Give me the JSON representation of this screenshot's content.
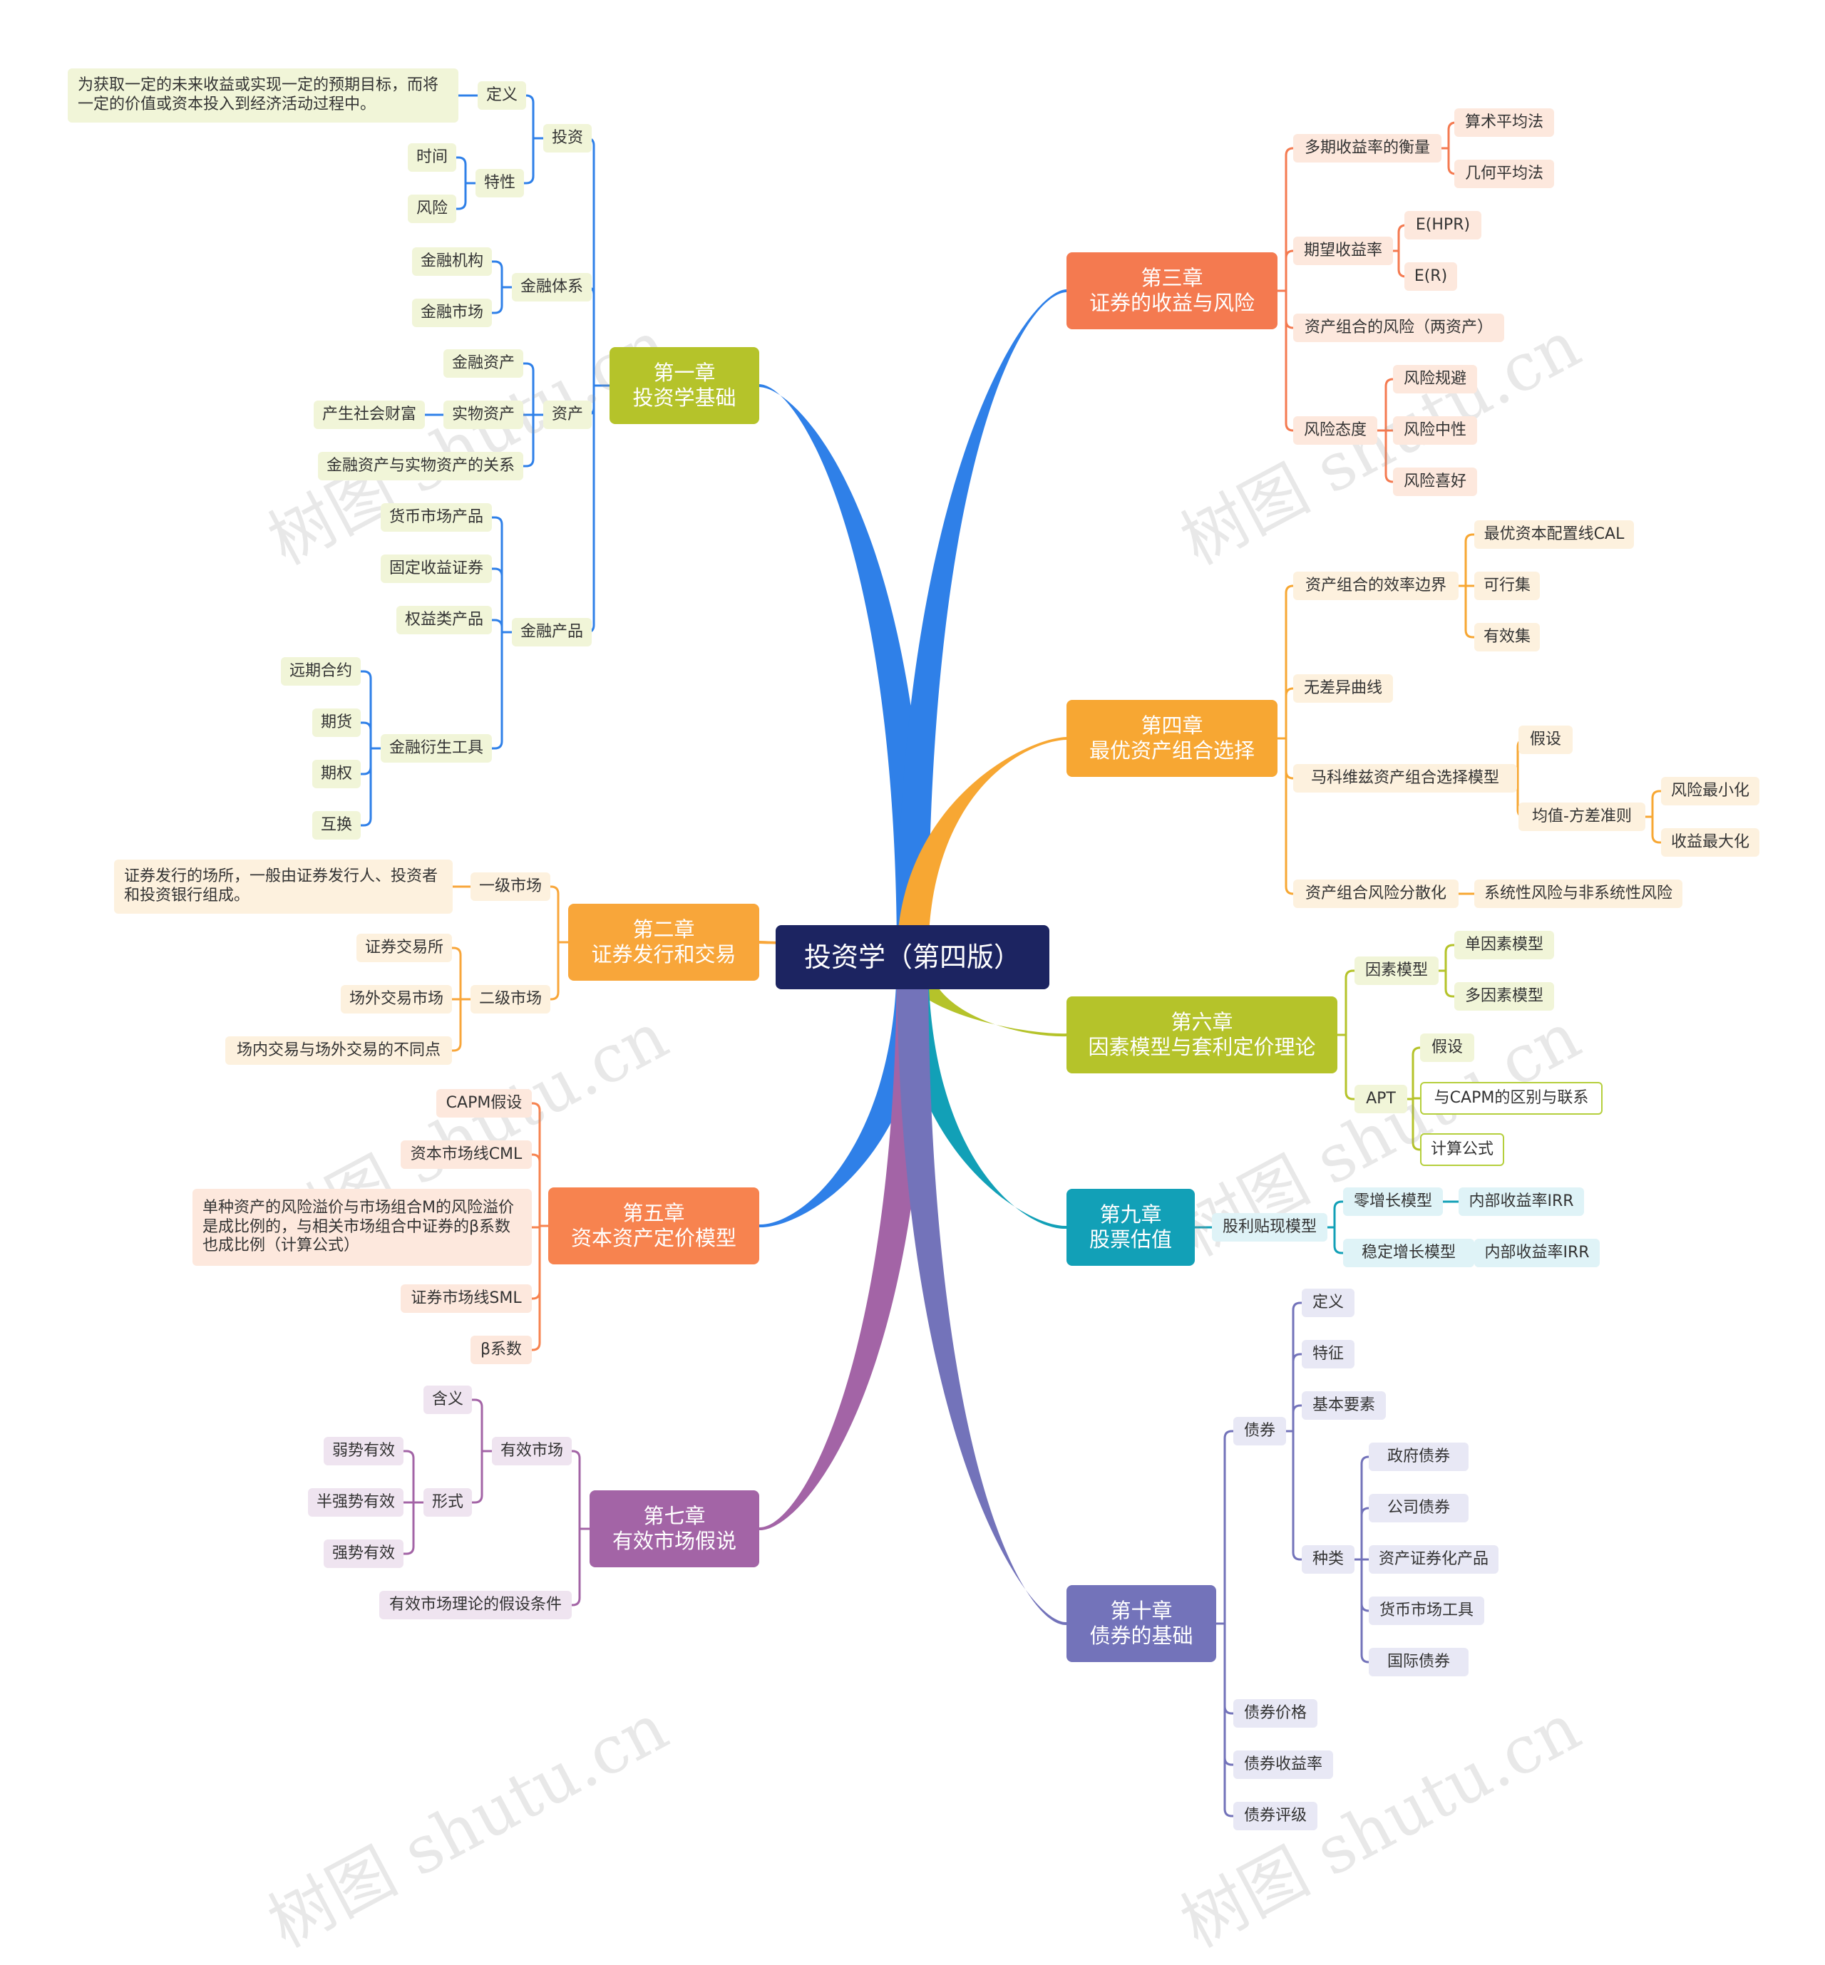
{
  "root": "投资学（第四版）",
  "watermark": "树图 shutu.cn",
  "colors": {
    "root": "#1c2461",
    "c1": "#b5c32a",
    "c2": "#f8a63a",
    "c3": "#f47a50",
    "c4": "#f7a733",
    "c5": "#f7834f",
    "c6": "#b5c32a",
    "c7": "#a364a6",
    "c9": "#12a0b7",
    "c10": "#7373ba",
    "trunkBlue": "#2f80e8"
  },
  "chapters": {
    "c1": {
      "title": "第一章\n投资学基础"
    },
    "c2": {
      "title": "第二章\n证券发行和交易"
    },
    "c3": {
      "title": "第三章\n证券的收益与风险"
    },
    "c4": {
      "title": "第四章\n最优资产组合选择"
    },
    "c5": {
      "title": "第五章\n资本资产定价模型"
    },
    "c6": {
      "title": "第六章\n因素模型与套利定价理论"
    },
    "c7": {
      "title": "第七章\n有效市场假说"
    },
    "c9": {
      "title": "第九章\n股票估值"
    },
    "c10": {
      "title": "第十章\n债券的基础"
    }
  },
  "labels": {
    "c1_invest": "投资",
    "c1_def": "定义",
    "c1_def_text": "为获取一定的未来收益或实现一定的预期目标，而将\n一定的价值或资本投入到经济活动过程中。",
    "c1_feature": "特性",
    "c1_time": "时间",
    "c1_risk": "风险",
    "c1_fin_sys": "金融体系",
    "c1_fin_inst": "金融机构",
    "c1_fin_mkt": "金融市场",
    "c1_asset": "资产",
    "c1_fin_asset": "金融资产",
    "c1_real_asset": "实物资产",
    "c1_social_wealth": "产生社会财富",
    "c1_relation": "金融资产与实物资产的关系",
    "c1_fin_prod": "金融产品",
    "c1_money_mkt": "货币市场产品",
    "c1_fixed": "固定收益证券",
    "c1_equity": "权益类产品",
    "c1_deriv": "金融衍生工具",
    "c1_forward": "远期合约",
    "c1_futures": "期货",
    "c1_option": "期权",
    "c1_swap": "互换",
    "c2_primary": "一级市场",
    "c2_primary_text": "证券发行的场所，一般由证券发行人、投资者\n和投资银行组成。",
    "c2_secondary": "二级市场",
    "c2_exchange": "证券交易所",
    "c2_otc": "场外交易市场",
    "c2_diff": "场内交易与场外交易的不同点",
    "c5_capm": "CAPM假设",
    "c5_cml": "资本市场线CML",
    "c5_text": "单种资产的风险溢价与市场组合M的风险溢价\n是成比例的，与相关市场组合中证券的β系数\n也成比例（计算公式）",
    "c5_sml": "证券市场线SML",
    "c5_beta": "β系数",
    "c7_emh": "有效市场",
    "c7_meaning": "含义",
    "c7_form": "形式",
    "c7_weak": "弱势有效",
    "c7_semi": "半强势有效",
    "c7_strong": "强势有效",
    "c7_assume": "有效市场理论的假设条件",
    "c3_multi": "多期收益率的衡量",
    "c3_arith": "算术平均法",
    "c3_geo": "几何平均法",
    "c3_exp": "期望收益率",
    "c3_ehpr": "E(HPR)",
    "c3_er": "E(R)",
    "c3_port_risk": "资产组合的风险（两资产）",
    "c3_attitude": "风险态度",
    "c3_avoid": "风险规避",
    "c3_neutral": "风险中性",
    "c3_love": "风险喜好",
    "c4_frontier": "资产组合的效率边界",
    "c4_cal": "最优资本配置线CAL",
    "c4_feasible": "可行集",
    "c4_efficient": "有效集",
    "c4_indiff": "无差异曲线",
    "c4_markowitz": "马科维兹资产组合选择模型",
    "c4_assume": "假设",
    "c4_mv": "均值-方差准则",
    "c4_min_risk": "风险最小化",
    "c4_max_ret": "收益最大化",
    "c4_divers": "资产组合风险分散化",
    "c4_sys": "系统性风险与非系统性风险",
    "c6_factor": "因素模型",
    "c6_single": "单因素模型",
    "c6_multi": "多因素模型",
    "c6_apt": "APT",
    "c6_assume": "假设",
    "c6_capm": "与CAPM的区别与联系",
    "c6_formula": "计算公式",
    "c9_ddm": "股利贴现模型",
    "c9_zero": "零增长模型",
    "c9_zero_irr": "内部收益率IRR",
    "c9_const": "稳定增长模型",
    "c9_const_irr": "内部收益率IRR",
    "c10_bond": "债券",
    "c10_def": "定义",
    "c10_feature": "特征",
    "c10_elem": "基本要素",
    "c10_types": "种类",
    "c10_gov": "政府债券",
    "c10_corp": "公司债券",
    "c10_abs": "资产证券化产品",
    "c10_money": "货币市场工具",
    "c10_intl": "国际债券",
    "c10_price": "债券价格",
    "c10_yield": "债券收益率",
    "c10_rating": "债券评级"
  }
}
